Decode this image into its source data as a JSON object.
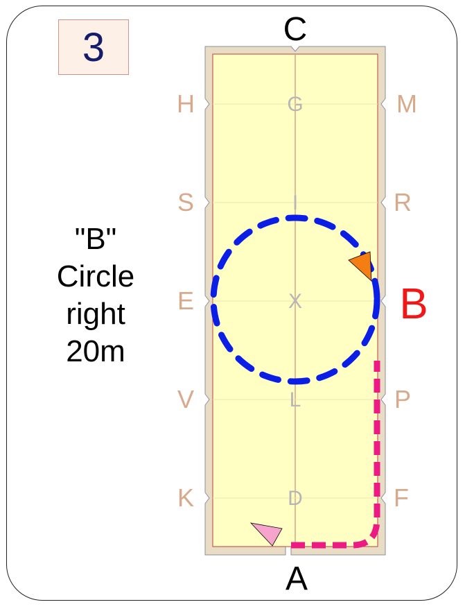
{
  "test_number": "3",
  "movement": {
    "line1": "\"B\"",
    "line2": "Circle",
    "line3": "right",
    "line4": "20m"
  },
  "markers": {
    "top": "C",
    "bottom": "A",
    "left": [
      "H",
      "S",
      "E",
      "V",
      "K"
    ],
    "right": [
      "M",
      "R",
      "B",
      "P",
      "F"
    ],
    "centerline": [
      "G",
      "I",
      "X",
      "L",
      "D"
    ]
  },
  "colors": {
    "arena_fill": "#ffffc4",
    "arena_border": "#e8dcc4",
    "circle_path": "#0a1ee6",
    "approach_path": "#ee1a84",
    "highlight_marker": "#f21616",
    "marker_text": "#d8a98b",
    "centerline_text": "#b6b6b6",
    "end_arrow": "#f47e12",
    "start_arrow": "#f7a4cd"
  },
  "icons": {
    "start": "pink-triangle-arrow",
    "end": "orange-triangle-arrow"
  }
}
